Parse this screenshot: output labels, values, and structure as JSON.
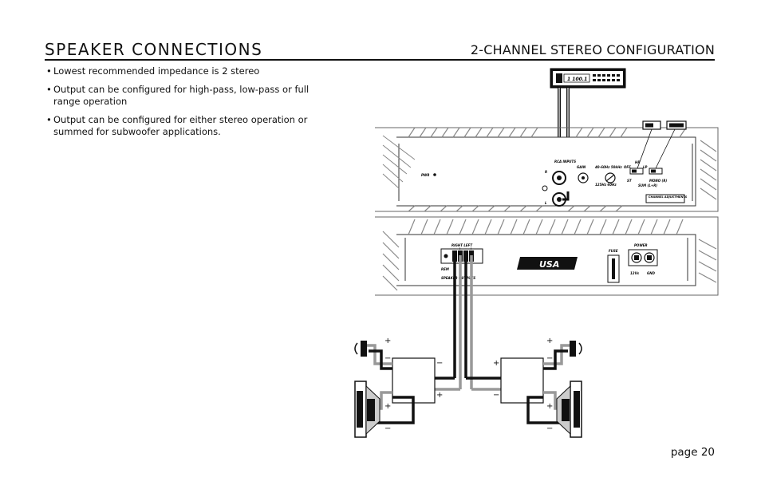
{
  "header": {
    "title": "SPEAKER  CONNECTIONS",
    "subtitle": "2-CHANNEL STEREO CONFIGURATION"
  },
  "bullets": [
    "Lowest recommended impedance is 2     stereo",
    "Output can be configured for high-pass, low-pass or full range operation",
    "Output can be configured for either stereo operation or summed for subwoofer applications."
  ],
  "footer": {
    "page": "page 20"
  },
  "diagram": {
    "head_unit_display": "1 100.1",
    "upper_amp": {
      "rca_label": "RCA INPUTS",
      "gain_label": "GAIN",
      "power_label": "PWR",
      "freq_labels": [
        "40-60Hz  50kHz",
        "125Hz  60Hz"
      ],
      "filter_labels": [
        "HP",
        "OFF",
        "LP"
      ],
      "mode_labels": [
        "ST",
        "MONO (R)",
        "SUM (L+R)"
      ],
      "channel_label": "CHANNEL ADJUSTMENTS",
      "ch_r": "R",
      "ch_l": "L"
    },
    "lower_amp": {
      "speaker_header": "RIGHT  LEFT",
      "terminal_signs": [
        "−",
        "+",
        "−",
        "+"
      ],
      "rem_label": "REM",
      "speaker_outputs_label": "SPEAKER OUTPUTS",
      "brand": "USA",
      "fuse_label": "FUSE",
      "power_label": "POWER",
      "power_terms": [
        "12Vs",
        "GND"
      ]
    },
    "polarity": {
      "plus": "+",
      "minus": "−"
    }
  }
}
